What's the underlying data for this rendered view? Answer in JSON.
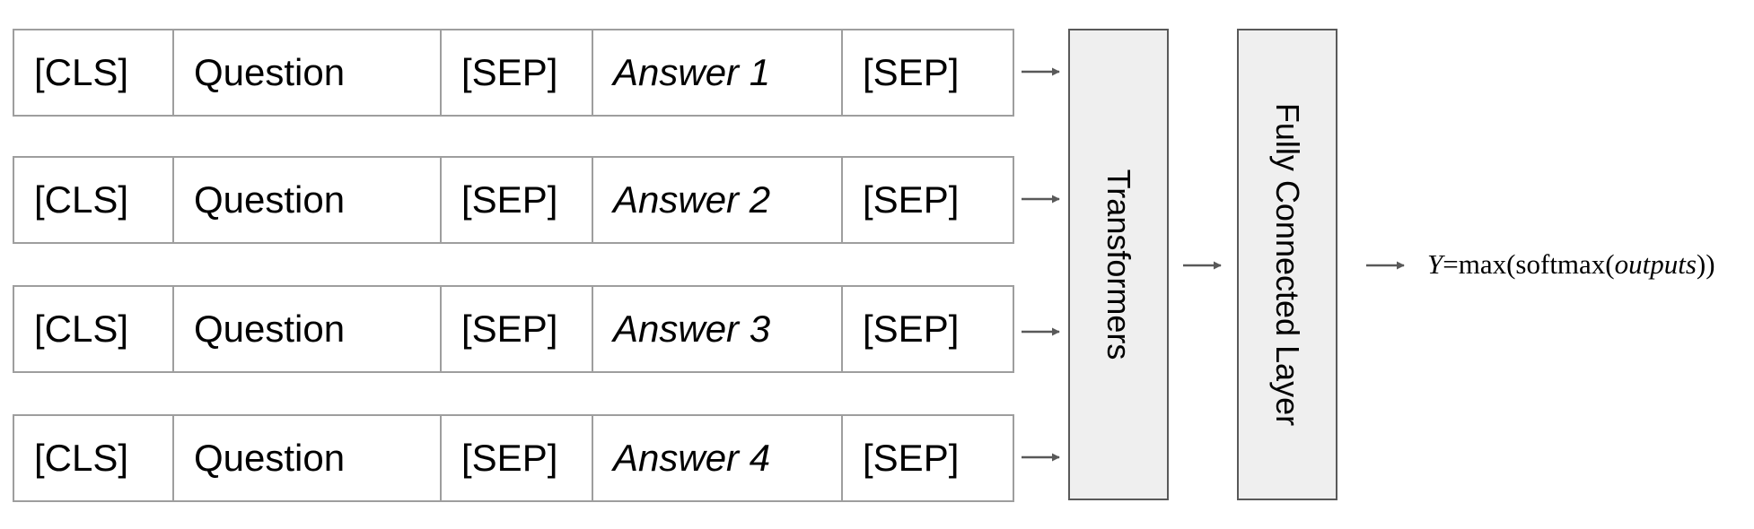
{
  "rows": [
    {
      "cls": "[CLS]",
      "question": "Question",
      "sep1": "[SEP]",
      "answer": "Answer 1",
      "sep2": "[SEP]"
    },
    {
      "cls": "[CLS]",
      "question": "Question",
      "sep1": "[SEP]",
      "answer": "Answer 2",
      "sep2": "[SEP]"
    },
    {
      "cls": "[CLS]",
      "question": "Question",
      "sep1": "[SEP]",
      "answer": "Answer 3",
      "sep2": "[SEP]"
    },
    {
      "cls": "[CLS]",
      "question": "Question",
      "sep1": "[SEP]",
      "answer": "Answer 4",
      "sep2": "[SEP]"
    }
  ],
  "blocks": {
    "transformers": "Transformers",
    "fully_connected": "Fully Connected Layer"
  },
  "output": {
    "y": "Y",
    "eq": "=max(softmax(",
    "outputs": "outputs",
    "close": "))"
  },
  "colors": {
    "cell_border": "#9e9e9e",
    "block_fill": "#efefef",
    "block_border": "#595959",
    "arrow": "#595959"
  }
}
